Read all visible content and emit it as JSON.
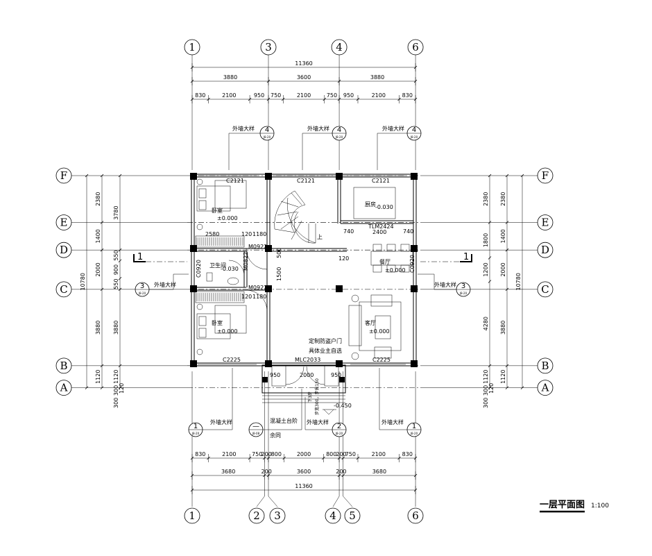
{
  "title": {
    "name": "一层平面图",
    "scale": "1:100"
  },
  "axes": {
    "top": [
      "1",
      "3",
      "4",
      "6"
    ],
    "bottom": [
      "1",
      "2",
      "3",
      "4",
      "5",
      "6"
    ],
    "rows": [
      "F",
      "E",
      "D",
      "C",
      "B",
      "A"
    ]
  },
  "dims_top": {
    "total": "11360",
    "mid": [
      "3880",
      "3600",
      "3880"
    ],
    "detail": [
      "830",
      "2100",
      "950",
      "750",
      "2100",
      "750",
      "950",
      "2100",
      "830"
    ]
  },
  "dims_bottom": {
    "detail": [
      "830",
      "2100",
      "750",
      "200",
      "800",
      "2000",
      "800",
      "200",
      "750",
      "2100",
      "830"
    ],
    "mid": [
      "3680",
      "200",
      "3600",
      "200",
      "3680"
    ],
    "total": "11360"
  },
  "dims_left": {
    "total": "10780",
    "col2": [
      "2380",
      "1400",
      "2000",
      "3880",
      "1120"
    ],
    "col3": [
      "3780",
      "550",
      "900",
      "550",
      "3880",
      "1120"
    ],
    "extra": [
      "120",
      "300",
      "300"
    ]
  },
  "dims_right": {
    "col1": [
      "2380",
      "1800",
      "1200",
      "4280",
      "1120"
    ],
    "col2": [
      "2380",
      "1400",
      "2000",
      "3880",
      "1120"
    ],
    "total": "10780",
    "extra": [
      "120",
      "300",
      "300"
    ]
  },
  "rooms": {
    "bedroom_top": {
      "name": "卧室",
      "level": "±0.000"
    },
    "bathroom": {
      "name": "卫生间",
      "level": "-0.030"
    },
    "kitchen": {
      "name": "厨房",
      "level": "-0.030"
    },
    "dining": {
      "name": "餐厅",
      "level": "±0.000"
    },
    "bedroom_bottom": {
      "name": "卧室",
      "level": "±0.000"
    },
    "living": {
      "name": "客厅",
      "level": "±0.000"
    }
  },
  "labels": {
    "window_top": [
      "C2121",
      "C2121",
      "C2121"
    ],
    "window_bottom": [
      "C2225",
      "C2225"
    ],
    "window_side_left": "C0920",
    "window_side_right": "C0920",
    "kitchen_door": "TLM2424",
    "kitchen_dims": [
      "740",
      "2400",
      "740"
    ],
    "door_m0922": [
      "M0922",
      "M0922"
    ],
    "door_m0822": "M0822",
    "wardrobe_dims_top": [
      "2580",
      "120",
      "1180"
    ],
    "wardrobe_dims_bottom": [
      "120",
      "1180"
    ],
    "stair_dims": [
      "500",
      "1500",
      "120"
    ],
    "stair_up": "上",
    "entry_door": "MLC2033",
    "entry_note": [
      "定制防盗户门",
      "具体业主自选"
    ],
    "porch_dims": [
      "950",
      "2000",
      "950"
    ],
    "steps_note": "步宽300，步高150",
    "steps_down": "下3步",
    "porch_level": "-0.450",
    "step_detail_note": [
      "混凝土台阶",
      "余同"
    ]
  },
  "details": {
    "label": "外墙大样",
    "ref": "J8-20",
    "ref_alt": "J8-08",
    "top": [
      "4",
      "4",
      "4"
    ],
    "side": [
      "3",
      "3"
    ],
    "bottom": [
      "1",
      "—",
      "2",
      "1"
    ],
    "section": "1"
  }
}
